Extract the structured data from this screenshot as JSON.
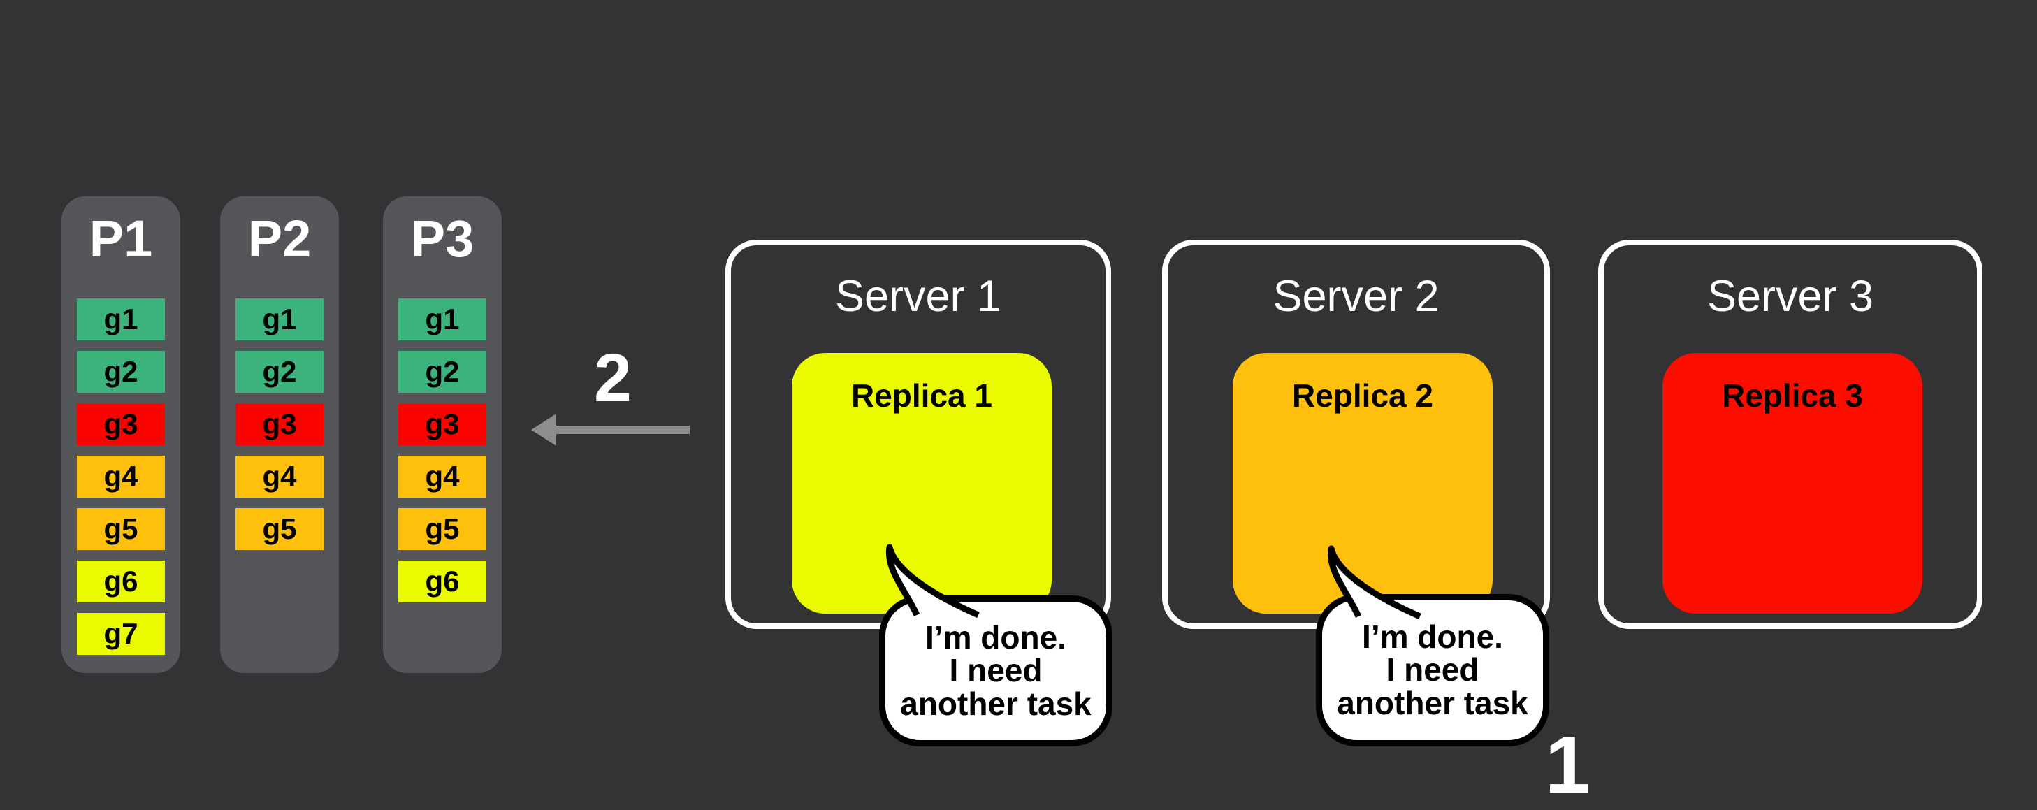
{
  "colors": {
    "background": "#333336",
    "partition_bg": "#545659",
    "task_green": "#3CB37C",
    "task_red": "#FA0400",
    "task_gold": "#FEC00D",
    "task_yellow": "#EAFB00",
    "replica1_yellow": "#EAFB00",
    "replica2_gold": "#FEC00D",
    "replica3_red": "#FB0D00",
    "arrow_gray": "#8D8D8D",
    "server_border": "#FFFFFF",
    "bubble_border": "#000000"
  },
  "partitions": [
    {
      "label": "P1",
      "tasks": [
        {
          "label": "g1",
          "color": "#3CB37C"
        },
        {
          "label": "g2",
          "color": "#3CB37C"
        },
        {
          "label": "g3",
          "color": "#FA0400"
        },
        {
          "label": "g4",
          "color": "#FEC00D"
        },
        {
          "label": "g5",
          "color": "#FEC00D"
        },
        {
          "label": "g6",
          "color": "#EAFB00"
        },
        {
          "label": "g7",
          "color": "#EAFB00"
        }
      ]
    },
    {
      "label": "P2",
      "tasks": [
        {
          "label": "g1",
          "color": "#3CB37C"
        },
        {
          "label": "g2",
          "color": "#3CB37C"
        },
        {
          "label": "g3",
          "color": "#FA0400"
        },
        {
          "label": "g4",
          "color": "#FEC00D"
        },
        {
          "label": "g5",
          "color": "#FEC00D"
        }
      ]
    },
    {
      "label": "P3",
      "tasks": [
        {
          "label": "g1",
          "color": "#3CB37C"
        },
        {
          "label": "g2",
          "color": "#3CB37C"
        },
        {
          "label": "g3",
          "color": "#FA0400"
        },
        {
          "label": "g4",
          "color": "#FEC00D"
        },
        {
          "label": "g5",
          "color": "#FEC00D"
        },
        {
          "label": "g6",
          "color": "#EAFB00"
        }
      ]
    }
  ],
  "servers": [
    {
      "label": "Server 1",
      "replica": {
        "label": "Replica 1",
        "color": "#EAFB00"
      },
      "bubble": {
        "lines": [
          "I’m done.",
          "I need",
          "another task"
        ]
      }
    },
    {
      "label": "Server 2",
      "replica": {
        "label": "Replica 2",
        "color": "#FEC00D"
      },
      "bubble": {
        "lines": [
          "I’m done.",
          "I need",
          "another task"
        ]
      }
    },
    {
      "label": "Server 3",
      "replica": {
        "label": "Replica 3",
        "color": "#FB0D00"
      },
      "bubble": null
    }
  ],
  "step_2_label": "2",
  "step_1_label": "1"
}
